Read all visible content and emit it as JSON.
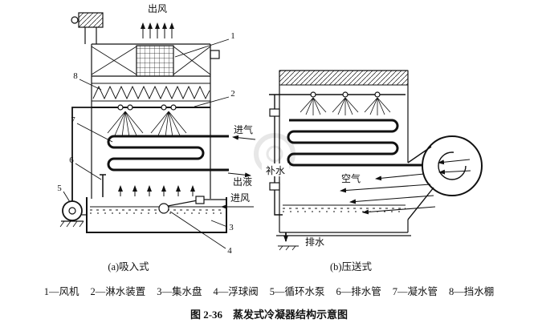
{
  "palette": {
    "ink": "#111111",
    "background": "#ffffff",
    "watermark": "#e7e7e7"
  },
  "figure_caption": "图 2-36　蒸发式冷凝器结构示意图",
  "legend_items": [
    "1—风机",
    "2—淋水装置",
    "3—集水盘",
    "4—浮球阀",
    "5—循环水泵",
    "6—排水管",
    "7—凝水管",
    "8—挡水棚"
  ],
  "diagram_a": {
    "caption": "(a)吸入式",
    "labels": {
      "air_out": "出风",
      "gas_in": "进气",
      "liquid_out": "出液",
      "air_in": "进风"
    },
    "part_numbers": {
      "fan": "1",
      "spray": "2",
      "pan": "3",
      "float_valve": "4",
      "pump": "5",
      "drain_pipe": "6",
      "cond_pipe": "7",
      "eliminator": "8"
    }
  },
  "diagram_b": {
    "caption": "(b)压送式",
    "labels": {
      "air": "空气",
      "makeup_water": "补水",
      "drain": "排水"
    }
  }
}
